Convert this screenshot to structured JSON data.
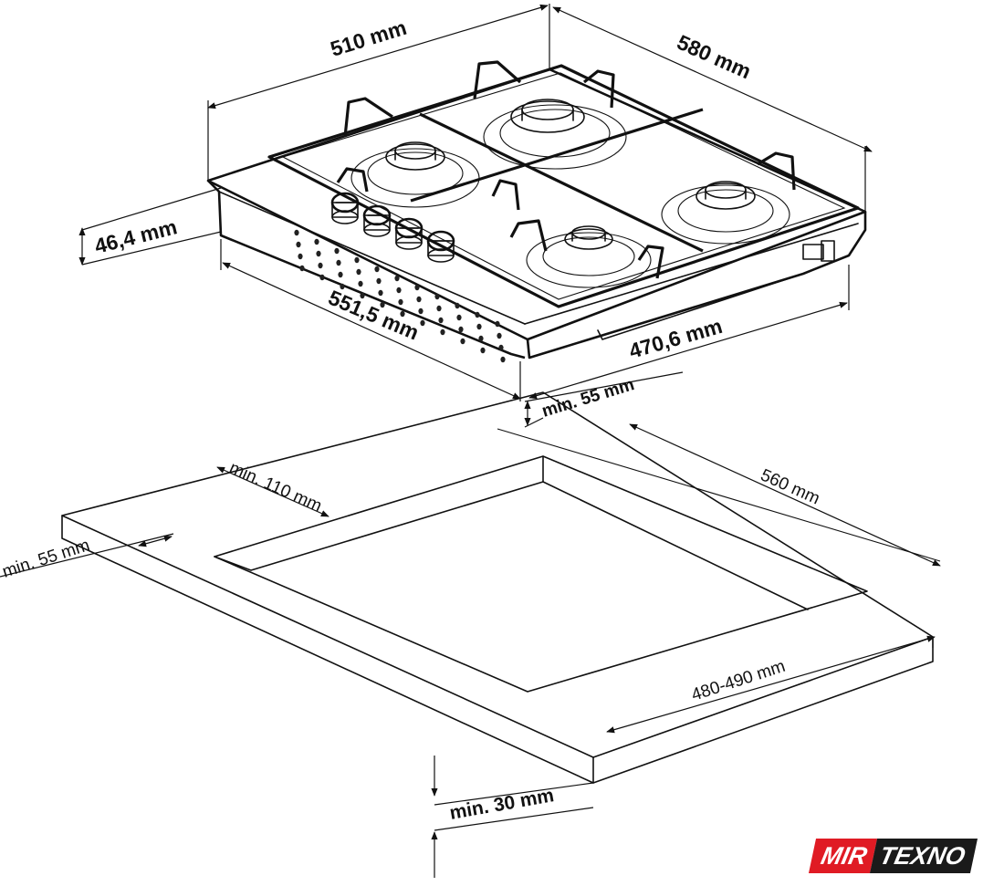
{
  "dimensions": {
    "hob_width": "510 mm",
    "hob_depth": "580 mm",
    "hob_height": "46,4 mm",
    "cutout_width": "551,5 mm",
    "cutout_depth": "470,6 mm",
    "clearance_back": "min. 55 mm",
    "clearance_wall": "min. 110 mm",
    "countertop_depth": "560 mm",
    "clearance_side": "min. 55 mm",
    "cutout_range": "480-490 mm",
    "countertop_thickness": "min. 30 mm"
  },
  "logo": {
    "part1": "MIR",
    "part2": "TEXNO",
    "colors": {
      "part1_bg": "#e01b24",
      "part2_bg": "#1a1a1a"
    }
  },
  "icons": [
    "arrowhead-icon",
    "burner-icon",
    "knob-icon"
  ]
}
